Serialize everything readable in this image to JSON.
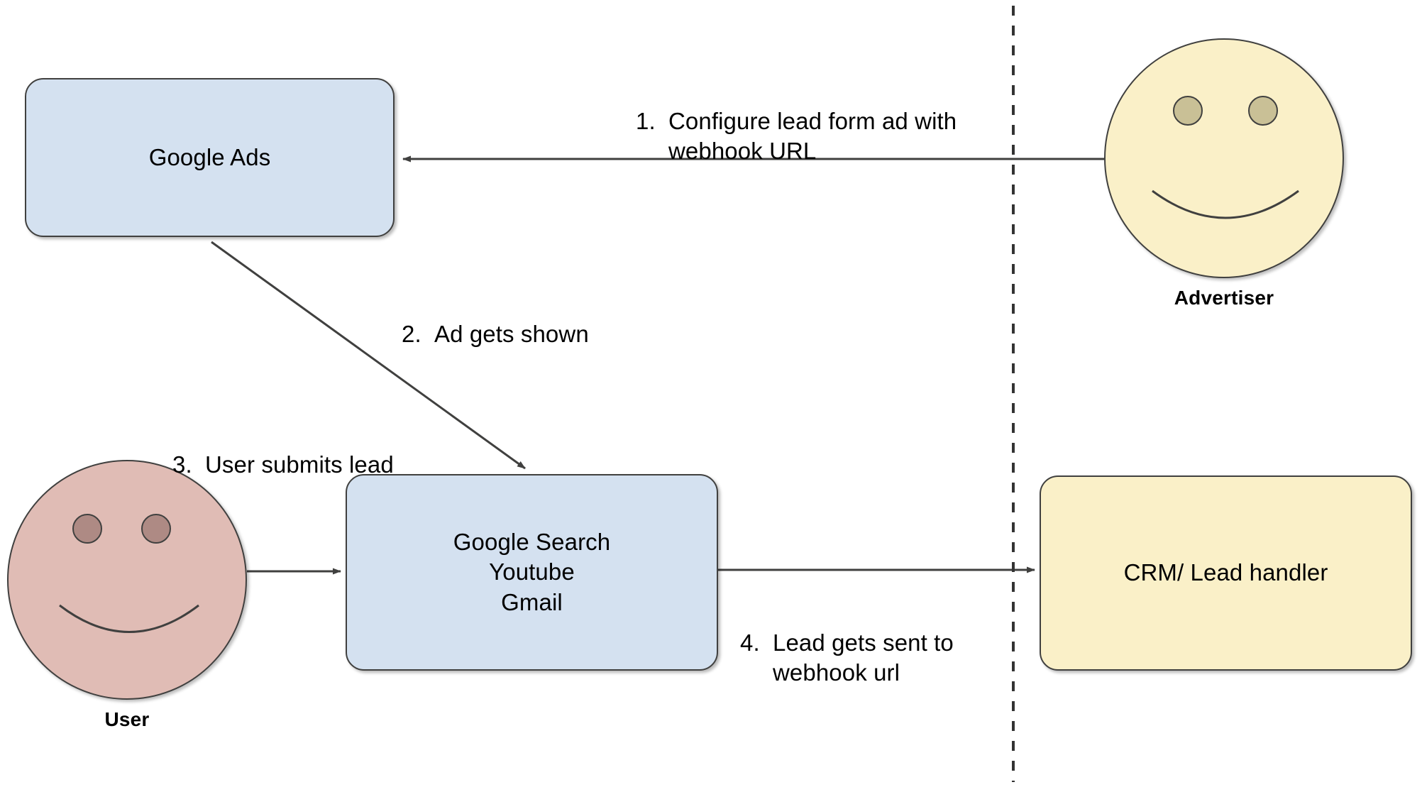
{
  "diagram": {
    "title": "Google Ads lead form webhook flow",
    "background": "#ffffff"
  },
  "colors": {
    "box_blue_fill": "#d4e1f0",
    "box_yellow_fill": "#faf0c8",
    "face_advertiser_fill": "#faf0c8",
    "face_advertiser_eye": "#c9c096",
    "face_user_fill": "#e0bcb5",
    "face_user_eye": "#ae8a84",
    "stroke": "#40403f",
    "text": "#000000"
  },
  "nodes": {
    "google_ads": {
      "label": "Google Ads"
    },
    "google_surfaces": {
      "label": "Google Search\nYoutube\nGmail"
    },
    "crm": {
      "label": "CRM/ Lead handler"
    },
    "advertiser": {
      "label": "Advertiser"
    },
    "user": {
      "label": "User"
    }
  },
  "edges": [
    {
      "id": "step-1",
      "number": "1.",
      "text": "Configure lead form ad with\nwebhook URL",
      "from": "advertiser",
      "to": "google_ads"
    },
    {
      "id": "step-2",
      "number": "2.",
      "text": "Ad gets shown",
      "from": "google_ads",
      "to": "google_surfaces"
    },
    {
      "id": "step-3",
      "number": "3.",
      "text": "User submits lead",
      "from": "user",
      "to": "google_surfaces"
    },
    {
      "id": "step-4",
      "number": "4.",
      "text": "Lead gets sent to\nwebhook url",
      "from": "google_surfaces",
      "to": "crm"
    }
  ],
  "divider": {
    "name": "vertical-dashed-divider",
    "style": "dashed"
  }
}
